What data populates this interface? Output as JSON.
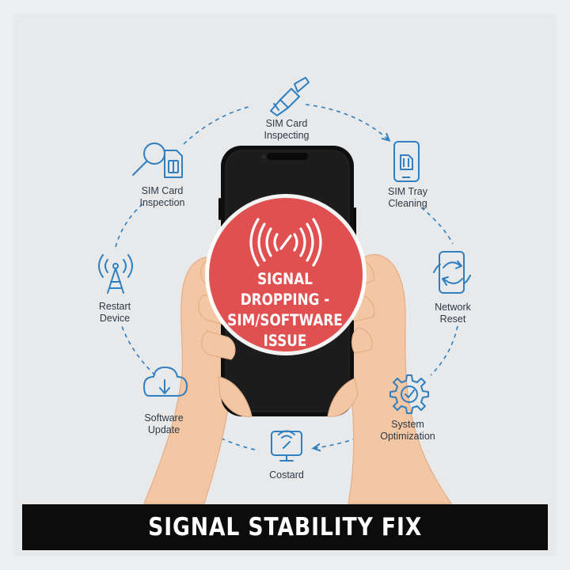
{
  "badge": {
    "title": "SIGNAL DROPPING -\nSIM/SOFTWARE\nISSUE"
  },
  "steps": [
    {
      "label": "SIM Card\nInspecting",
      "icon": "brush-icon"
    },
    {
      "label": "SIM Tray\nCleaning",
      "icon": "phone-sim-icon"
    },
    {
      "label": "Network\nReset",
      "icon": "phone-refresh-icon"
    },
    {
      "label": "System\nOptimization",
      "icon": "gear-check-icon"
    },
    {
      "label": "Costard",
      "icon": "signal-monitor-icon"
    },
    {
      "label": "Software\nUpdate",
      "icon": "cloud-download-icon"
    },
    {
      "label": "Restart\nDevice",
      "icon": "antenna-tower-icon"
    },
    {
      "label": "SIM Card\nInspection",
      "icon": "magnifier-sim-icon"
    }
  ],
  "banner": {
    "title": "SIGNAL STABILITY FIX"
  },
  "colors": {
    "badge_red": "#e05050",
    "icon_blue": "#2f7fc1",
    "phone": "#141414",
    "skin": "#f4c7a4",
    "banner": "#0c0c0c"
  }
}
